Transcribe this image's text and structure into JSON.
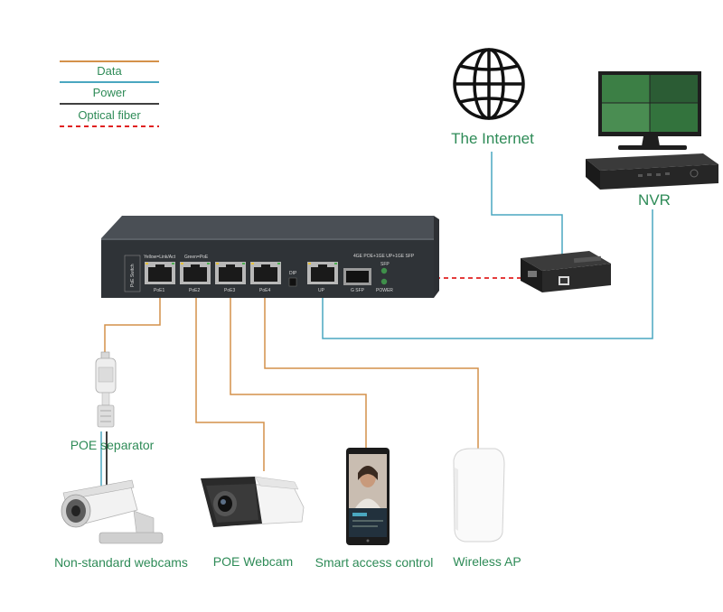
{
  "legend": {
    "data": "Data",
    "power": "Power",
    "fiber": "Optical fiber"
  },
  "colors": {
    "data": "#d4914a",
    "power": "#4aa7c0",
    "fiber": "#e02020",
    "power_black": "#000000",
    "text": "#2e8b57"
  },
  "nodes": {
    "internet": "The Internet",
    "nvr": "NVR",
    "poe_separator": "POE separator",
    "nonstandard_cams": "Non-standard webcams",
    "poe_webcam": "POE Webcam",
    "access_control": "Smart access control",
    "wireless_ap": "Wireless AP"
  },
  "switch": {
    "side_label": "PoE Switch",
    "led_legend_1": "Yellow=Link/Act",
    "led_legend_2": "Green=PoE",
    "model": "4GE POE+1GE UP+1GE SFP",
    "sfp_top": "SFP",
    "dip": "DIP",
    "power": "POWER",
    "port1": "PoE1",
    "port2": "PoE2",
    "port3": "PoE3",
    "port4": "PoE4",
    "uplink": "UP",
    "sfp_bottom": "G SFP"
  }
}
